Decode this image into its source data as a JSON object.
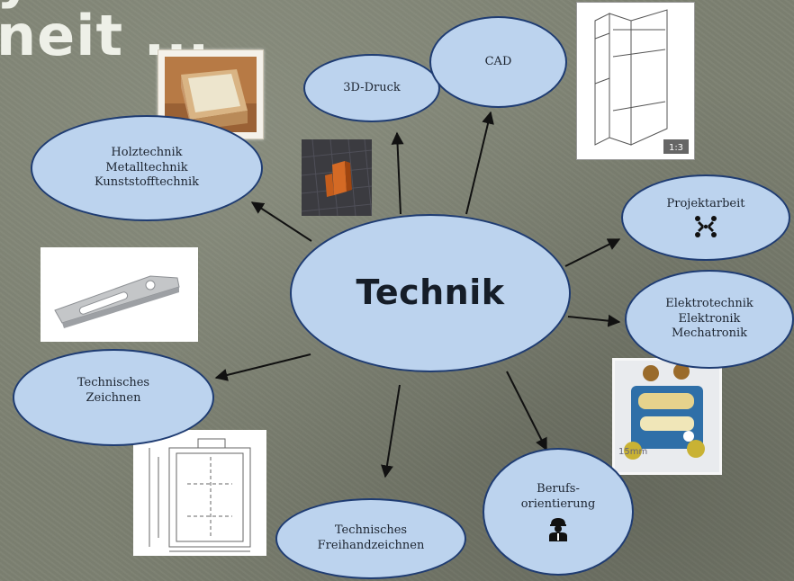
{
  "heading": "y\nneit ...",
  "center": "Technik",
  "nodes": {
    "druck": "3D-Druck",
    "cad": "CAD",
    "holz": "Holztechnik\nMetalltechnik\nKunststofftechnik",
    "projekt": "Projektarbeit",
    "elektro": "Elektrotechnik\nElektronik\nMechatronik",
    "tz": "Technisches\nZeichnen",
    "freihand": "Technisches\nFreihandzeichnen",
    "beruf": "Berufs-\norientierung"
  },
  "icons": {
    "projekt": "team-icon",
    "beruf": "worker-icon"
  },
  "photo_labels": {
    "cad_badge": "1:3",
    "robot_label": "15mm"
  },
  "colors": {
    "node_fill": "#bcd3ee",
    "node_border": "#1f3c72",
    "background": "#7d8172",
    "arrow": "#111111"
  }
}
